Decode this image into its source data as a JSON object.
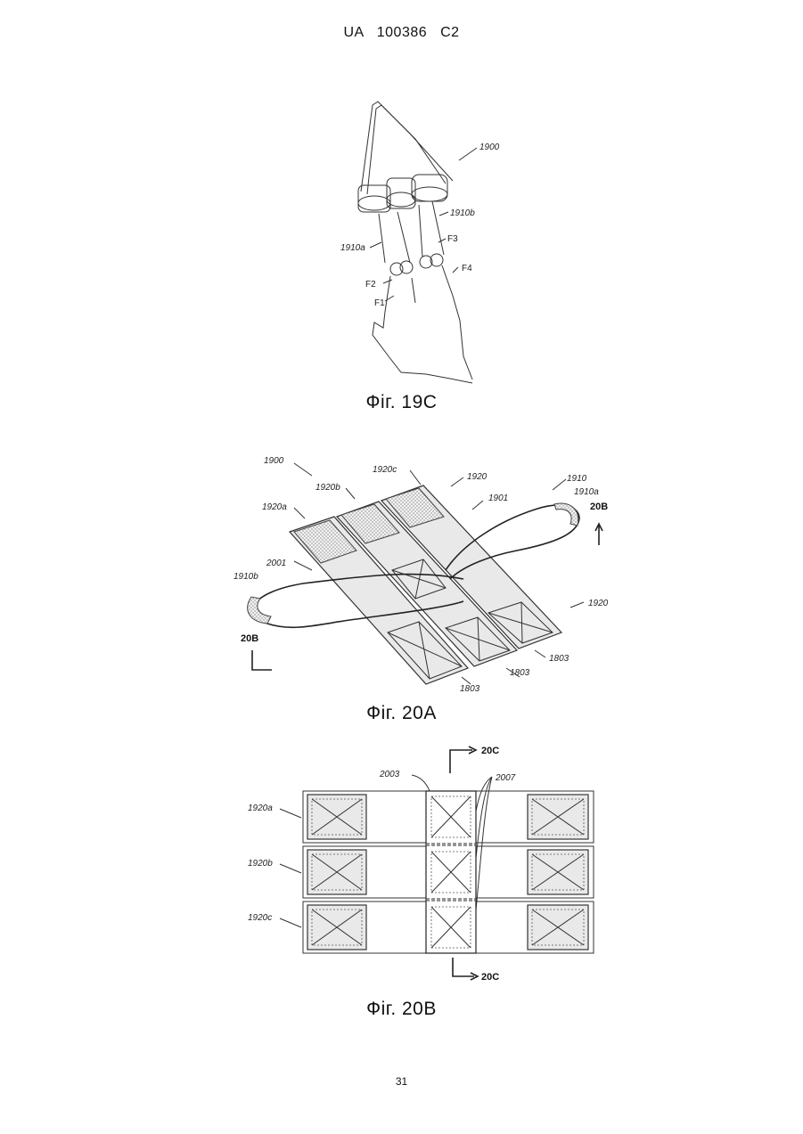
{
  "header": {
    "text": "UA   100386   C2"
  },
  "figure_19c": {
    "caption": "Фіг. 19С",
    "labels": {
      "device": "1900",
      "loop_a": "1910a",
      "loop_b": "1910b",
      "f1": "F1",
      "f2": "F2",
      "f3": "F3",
      "f4": "F4"
    }
  },
  "figure_20a": {
    "caption": "Фіг. 20А",
    "labels": {
      "device": "1900",
      "strip_c": "1920c",
      "strip_group": "1920",
      "strip_b": "1920b",
      "strip_a": "1920a",
      "belt": "1910",
      "belt_a": "1910a",
      "belt_b": "1910b",
      "center": "1901",
      "hinge": "2001",
      "section": "20B",
      "section2": "20B",
      "strip_group2": "1920",
      "end1": "1803",
      "end2": "1803",
      "end3": "1803"
    }
  },
  "figure_20b": {
    "caption": "Фіг. 20В",
    "labels": {
      "section_top": "20C",
      "section_bottom": "20C",
      "seam": "2003",
      "stitch": "2007",
      "row_a": "1920a",
      "row_b": "1920b",
      "row_c": "1920c"
    }
  },
  "page_number": "31"
}
